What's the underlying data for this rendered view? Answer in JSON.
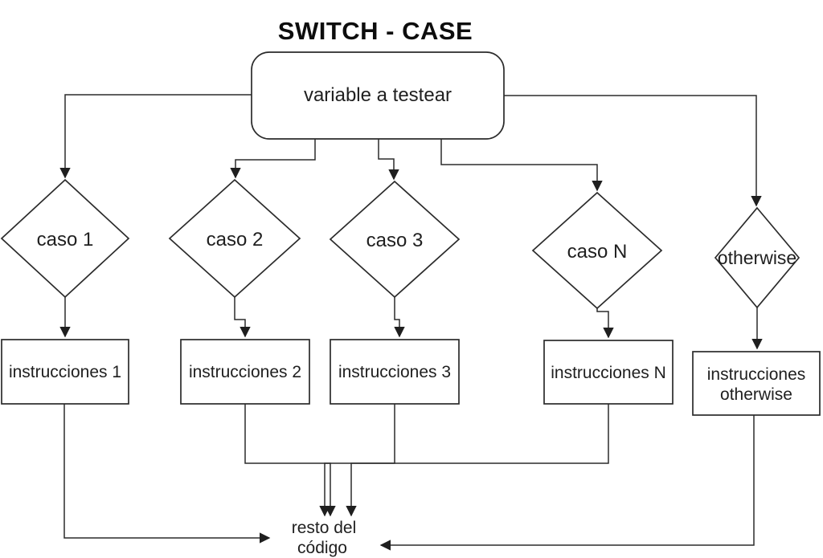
{
  "title": "SWITCH - CASE",
  "colors": {
    "ink": "#2b2b2b",
    "text": "#1f1f1f",
    "background": "#ffffff"
  },
  "flowchart": {
    "start": {
      "label": "variable a testear"
    },
    "cases": [
      {
        "condition": "caso 1",
        "action": "instrucciones 1"
      },
      {
        "condition": "caso 2",
        "action": "instrucciones 2"
      },
      {
        "condition": "caso 3",
        "action": "instrucciones 3"
      },
      {
        "condition": "caso N",
        "action": "instrucciones N"
      },
      {
        "condition": "otherwise",
        "action_lines": [
          "instrucciones",
          "otherwise"
        ]
      }
    ],
    "end": {
      "lines": [
        "resto del",
        "código"
      ]
    }
  }
}
